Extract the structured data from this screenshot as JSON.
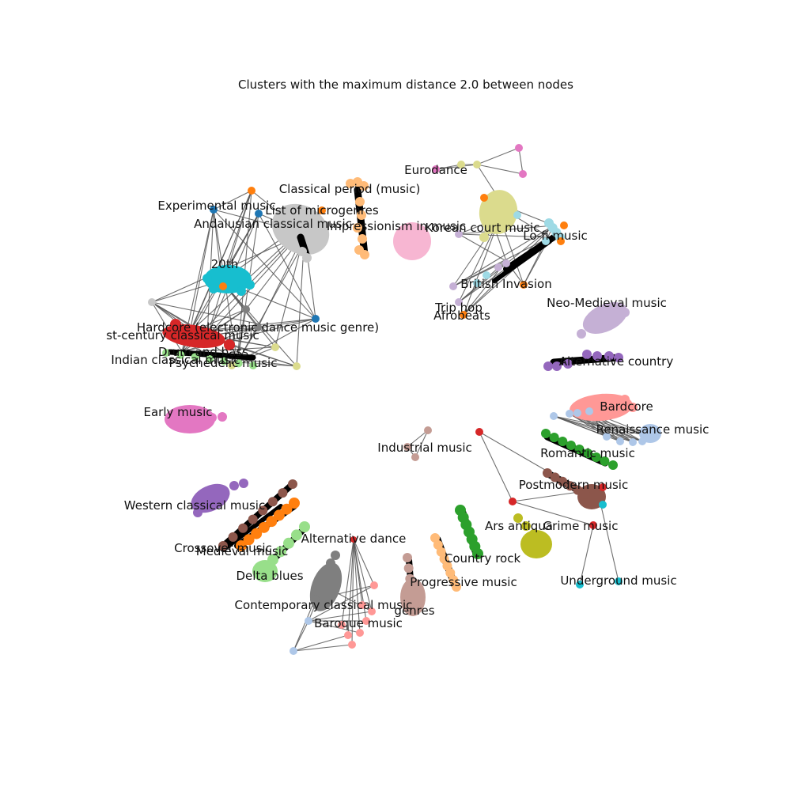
{
  "title": "Clusters with the maximum distance 2.0 between nodes",
  "labels": [
    "Eurodance",
    "Classical period (music)",
    "Experimental music",
    "List of microgenres",
    "Andalusian classical music",
    "Impressionism in music",
    "Korean court music",
    "Lo-fi music",
    "20th",
    "British Invasion",
    "Trip hop",
    "Afrobeats",
    "Neo-Medieval music",
    "Hardcore (electronic dance music genre)",
    "st-century classical music",
    "Drum and bass",
    "Indian classical music",
    "Psychedelic music",
    "Alternative country",
    "Early music",
    "Bardcore",
    "Renaissance music",
    "Industrial music",
    "Romantic music",
    "Postmodern music",
    "Western classical music",
    "Ars antiqua",
    "Grime music",
    "Alternative dance",
    "Crossover music",
    "Medieval music",
    "Country rock",
    "Delta blues",
    "Progressive music",
    "Underground music",
    "Contemporary classical music",
    "genres",
    "Baroque music"
  ],
  "colors": {
    "tab_blue": "#1f77b4",
    "tab_orange": "#ff7f0e",
    "tab_green": "#2ca02c",
    "tab_red": "#d62728",
    "tab_purple": "#9467bd",
    "tab_brown": "#8c564b",
    "tab_pink": "#e377c2",
    "tab_gray": "#7f7f7f",
    "tab_olive": "#bcbd22",
    "tab_cyan": "#17becf",
    "light_blue": "#aec7e8",
    "light_orange": "#ffbb78",
    "light_green": "#98df8a",
    "light_red": "#ff9896",
    "light_purple": "#c5b0d5",
    "light_brown": "#c49c94",
    "light_pink": "#f7b6d2",
    "light_gray": "#c7c7c7",
    "light_olive": "#dbdb8d",
    "light_cyan": "#9edae5",
    "edge": "#555555"
  }
}
